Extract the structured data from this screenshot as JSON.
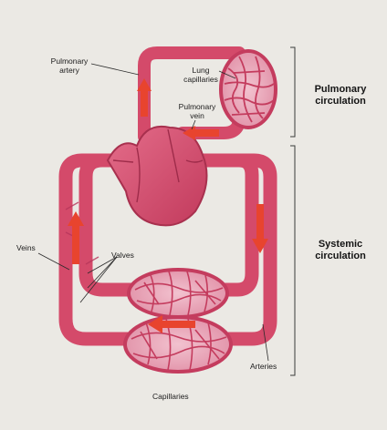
{
  "labels": {
    "pulmonary_artery": "Pulmonary\nartery",
    "lung_capillaries": "Lung\ncapillaries",
    "pulmonary_vein": "Pulmonary\nvein",
    "veins": "Veins",
    "valves": "Valves",
    "arteries": "Arteries",
    "capillaries": "Capillaries"
  },
  "sections": {
    "pulmonary": "Pulmonary\ncirculation",
    "systemic": "Systemic\ncirculation"
  },
  "colors": {
    "vessel": "#d44a6a",
    "vessel_light": "#e88da4",
    "vessel_dark": "#a8304e",
    "arrow": "#e8442e",
    "background": "#ebe9e4"
  }
}
